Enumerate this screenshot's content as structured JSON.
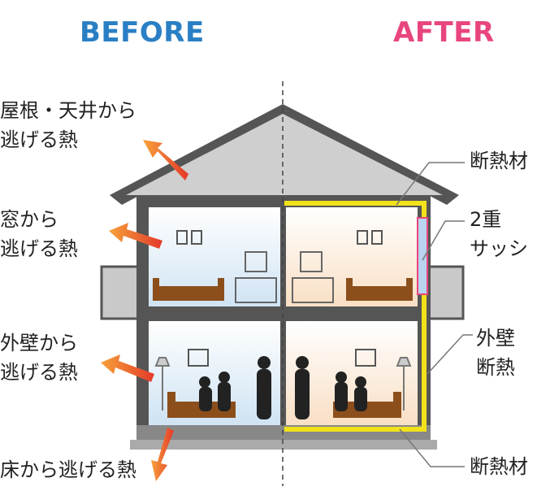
{
  "headers": {
    "before": "BEFORE",
    "after": "AFTER"
  },
  "left_labels": {
    "roof": "屋根・天井から\n逃げる熱",
    "window": "窓から\n逃げる熱",
    "wall": "外壁から\n逃げる熱",
    "floor": "床から逃げる熱"
  },
  "right_labels": {
    "insulation_top": "断熱材",
    "double_sash": "2重\nサッシ",
    "wall_insulation": "外壁\n断熱",
    "insulation_bottom": "断熱材"
  },
  "colors": {
    "before_accent": "#2a7fc4",
    "after_accent": "#e8457f",
    "insulation": "#f2e21a",
    "heat_arrow": "#e8542a"
  }
}
